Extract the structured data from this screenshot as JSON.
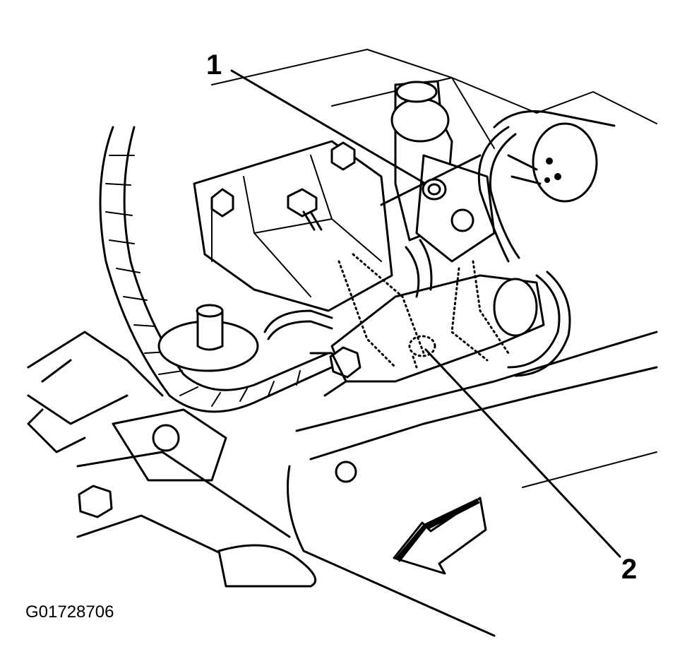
{
  "callouts": {
    "one": "1",
    "two": "2"
  },
  "figure_id": "G01728706"
}
